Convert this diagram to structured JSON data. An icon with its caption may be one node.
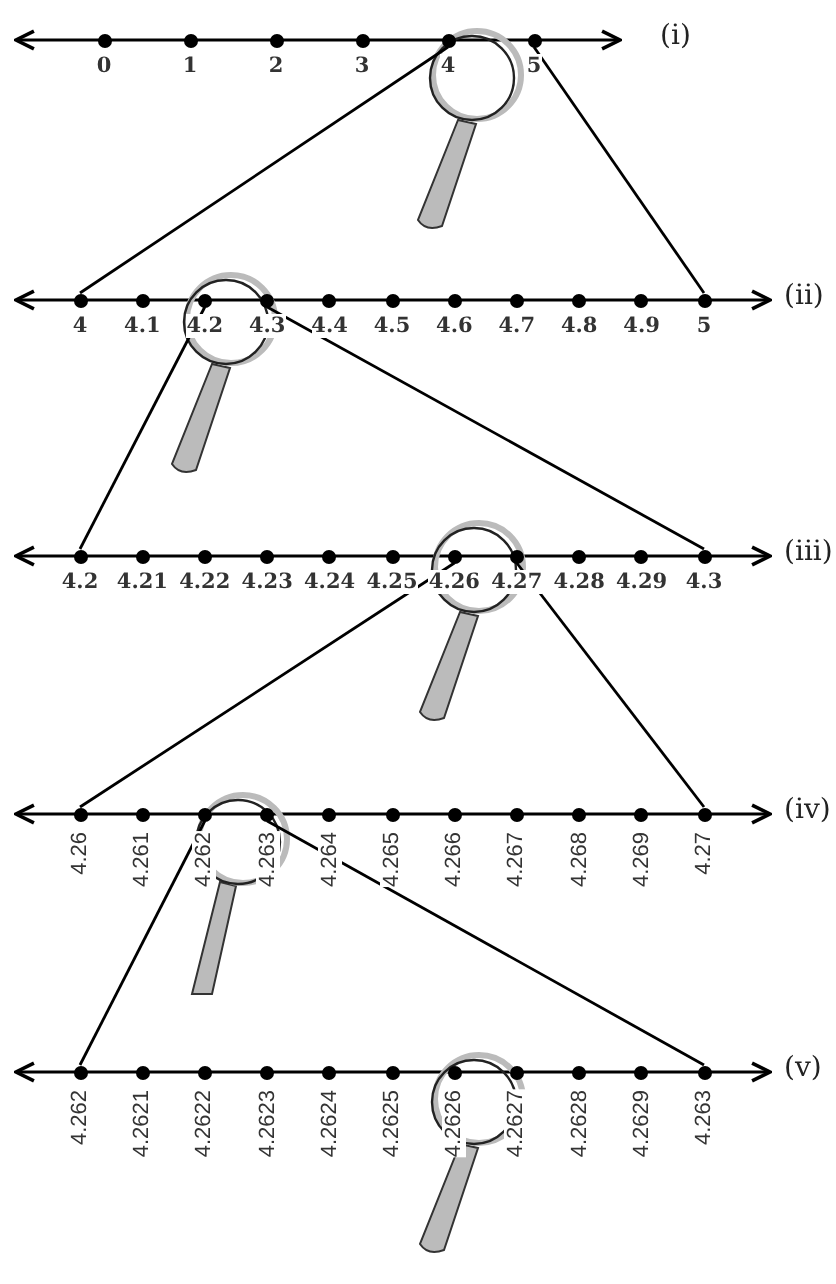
{
  "diagram": {
    "nodes": [
      {
        "text": [
          "0"
        ]
      },
      {
        "text": [
          "1"
        ]
      },
      {
        "text": [
          "2"
        ]
      },
      {
        "text": [
          "3"
        ]
      },
      {
        "text": [
          "4"
        ]
      },
      {
        "text": [
          "5"
        ]
      },
      {
        "text": [
          "4"
        ]
      },
      {
        "text": [
          "4.1"
        ]
      },
      {
        "text": [
          "4.2"
        ]
      },
      {
        "text": [
          "4.3"
        ]
      },
      {
        "text": [
          "4.4"
        ]
      },
      {
        "text": [
          "4.5"
        ]
      },
      {
        "text": [
          "4.6"
        ]
      },
      {
        "text": [
          "4.7"
        ]
      },
      {
        "text": [
          "4.8"
        ]
      },
      {
        "text": [
          "4.9"
        ]
      },
      {
        "text": [
          "5"
        ]
      },
      {
        "text": [
          "4.2"
        ]
      },
      {
        "text": [
          "4.21"
        ]
      },
      {
        "text": [
          "4.22"
        ]
      },
      {
        "text": [
          "4.23"
        ]
      },
      {
        "text": [
          "4.24"
        ]
      },
      {
        "text": [
          "4.25"
        ]
      },
      {
        "text": [
          "4.26"
        ]
      },
      {
        "text": [
          "4.27"
        ]
      },
      {
        "text": [
          "4.28"
        ]
      },
      {
        "text": [
          "4.29"
        ]
      },
      {
        "text": [
          "4.3"
        ]
      },
      {
        "text": [
          "4.26"
        ]
      },
      {
        "text": [
          "4.261"
        ]
      },
      {
        "text": [
          "4.262"
        ]
      },
      {
        "text": [
          "4.263"
        ]
      },
      {
        "text": [
          "4.264"
        ]
      },
      {
        "text": [
          "4.265"
        ]
      },
      {
        "text": [
          "4.266"
        ]
      },
      {
        "text": [
          "4.267"
        ]
      },
      {
        "text": [
          "4.268"
        ]
      },
      {
        "text": [
          "4.269"
        ]
      },
      {
        "text": [
          "4.27"
        ]
      },
      {
        "text": [
          "4.262"
        ]
      },
      {
        "text": [
          "4.2621"
        ]
      },
      {
        "text": [
          "4.2622"
        ]
      },
      {
        "text": [
          "4.2623"
        ]
      },
      {
        "text": [
          "4.2624"
        ]
      },
      {
        "text": [
          "4.2625"
        ]
      },
      {
        "text": [
          "4.2626"
        ]
      },
      {
        "text": [
          "4.2627"
        ]
      },
      {
        "text": [
          "4.2628"
        ]
      },
      {
        "text": [
          "4.2629"
        ]
      },
      {
        "text": [
          "4.263"
        ]
      }
    ],
    "edges": [
      {
        "from": 4,
        "to": 6,
        "arrow": "none"
      },
      {
        "from": 5,
        "to": 16,
        "arrow": "none"
      },
      {
        "from": 8,
        "to": 17,
        "arrow": "none"
      },
      {
        "from": 9,
        "to": 27,
        "arrow": "none"
      },
      {
        "from": 23,
        "to": 28,
        "arrow": "none"
      },
      {
        "from": 24,
        "to": 38,
        "arrow": "none"
      },
      {
        "from": 30,
        "to": 39,
        "arrow": "none"
      },
      {
        "from": 31,
        "to": 49,
        "arrow": "none"
      }
    ],
    "labels": [
      "(i)",
      "(ii)",
      "(iii)",
      "(iv)",
      "(v)"
    ]
  }
}
